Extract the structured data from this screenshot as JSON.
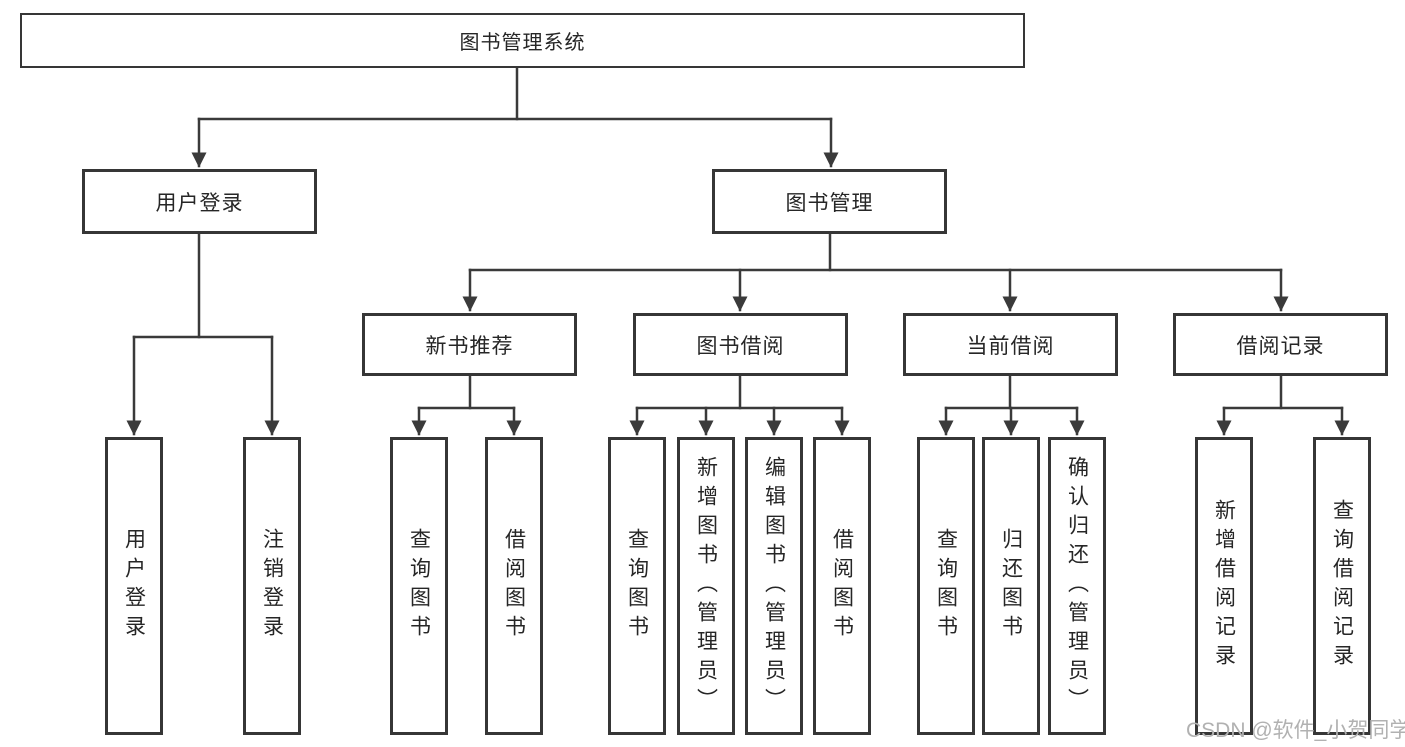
{
  "diagram": {
    "root": "图书管理系统",
    "level2": {
      "user_login": "用户登录",
      "book_mgmt": "图书管理"
    },
    "level3": {
      "new_books": "新书推荐",
      "book_borrow": "图书借阅",
      "current_borrow": "当前借阅",
      "borrow_records": "借阅记录"
    },
    "leaves": {
      "user_login_leaf": "用户登录",
      "logout": "注销登录",
      "nb_query_books": "查询图书",
      "nb_borrow_books": "借阅图书",
      "bb_query_books": "查询图书",
      "bb_add_books": "新增图书（管理员）",
      "bb_edit_books": "编辑图书（管理员）",
      "bb_borrow_books": "借阅图书",
      "cb_query_books": "查询图书",
      "cb_return_books": "归还图书",
      "cb_confirm_return": "确认归还（管理员）",
      "br_add_record": "新增借阅记录",
      "br_query_record": "查询借阅记录"
    }
  },
  "watermark": "CSDN @软件_小贺同学",
  "colors": {
    "line": "#3a3a3a",
    "box_border": "#363636",
    "box_fill": "#ffffff",
    "text": "#262626",
    "watermark": "#b1b1b1"
  }
}
